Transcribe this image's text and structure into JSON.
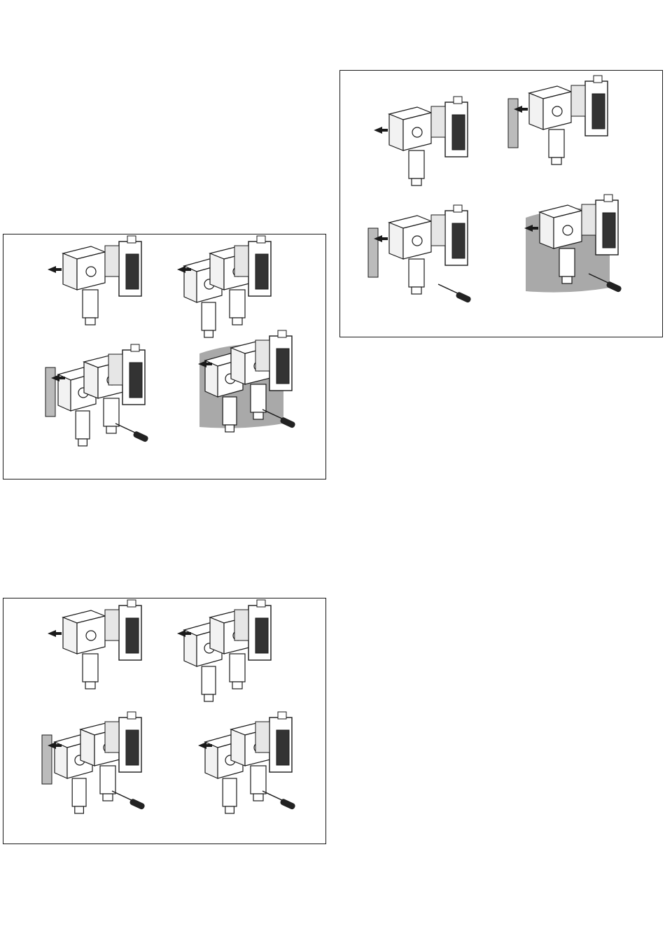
{
  "page": {
    "background": "#ffffff",
    "line_color": "#1a1a1a",
    "wall_color": "#a9a9a9"
  },
  "figures": [
    {
      "id": "panel-top-right",
      "steps": [
        {
          "variant": "nut-removal"
        },
        {
          "variant": "wall-bracket-nut"
        },
        {
          "variant": "bracket-screw"
        },
        {
          "variant": "wall-mount-screw"
        }
      ]
    },
    {
      "id": "panel-middle-left",
      "steps": [
        {
          "variant": "nut-removal"
        },
        {
          "variant": "add-module"
        },
        {
          "variant": "bracket-screw-dual"
        },
        {
          "variant": "wall-mount-dual"
        }
      ]
    },
    {
      "id": "panel-bottom-left",
      "steps": [
        {
          "variant": "nut-removal"
        },
        {
          "variant": "add-module"
        },
        {
          "variant": "bracket-dual"
        },
        {
          "variant": "dual-screw"
        }
      ]
    }
  ]
}
